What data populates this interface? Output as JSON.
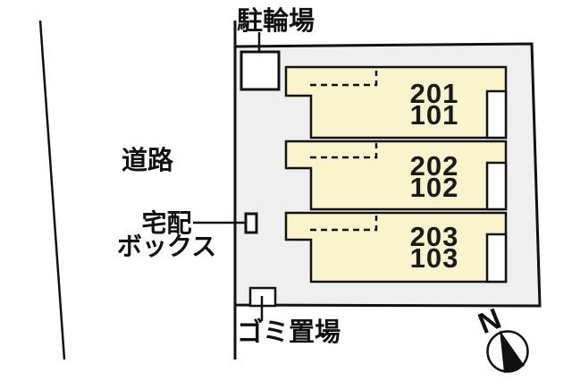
{
  "diagram": {
    "bicycle_parking_label": "駐輪場",
    "road_label": "道路",
    "delivery_box_label_line1": "宅配",
    "delivery_box_label_line2": "ボックス",
    "garbage_area_label": "ゴミ置場",
    "compass_north_label": "N",
    "units": [
      {
        "upper_room": "201",
        "lower_room": "101"
      },
      {
        "upper_room": "202",
        "lower_room": "102"
      },
      {
        "upper_room": "203",
        "lower_room": "103"
      }
    ],
    "colors": {
      "unit_fill": "#FAF4CC",
      "site_fill": "#EFEFEF",
      "outline": "#111111"
    }
  }
}
